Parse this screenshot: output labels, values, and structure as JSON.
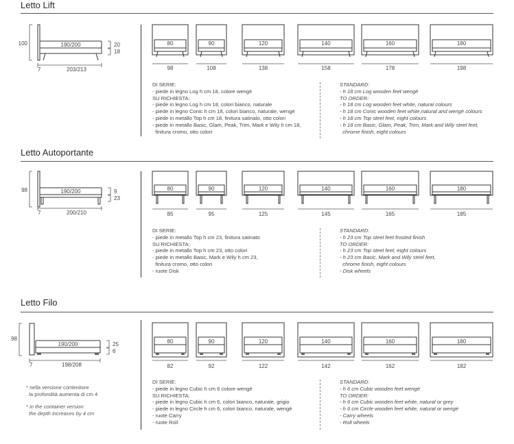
{
  "sections": [
    {
      "title": "Letto Lift",
      "side": {
        "height": "100",
        "base": "190/200",
        "dims": [
          "20",
          "18"
        ],
        "depth_offset": "7",
        "depth": "203/213"
      },
      "sizes": [
        {
          "width": "80",
          "overall": "98"
        },
        {
          "width": "90",
          "overall": "108"
        },
        {
          "width": "120",
          "overall": "138"
        },
        {
          "width": "140",
          "overall": "158"
        },
        {
          "width": "160",
          "overall": "178"
        },
        {
          "width": "180",
          "overall": "198"
        }
      ],
      "text_it": [
        "DI SERIE:",
        "- piede in legno Log h cm 18, colore wengè",
        "SU RICHIESTA:",
        "- piede in legno Log h cm 18, colori bianco, naturale",
        "- piede in legno Conic h cm 18, colori bianco, naturale, wengè",
        "- piede in metallo Top h cm 18, finitura satinato, otto colori",
        "- piede in metallo Basic, Glam, Peak, Trim, Mark e Wily h cm 18,",
        "  finitura cromo, otto colori"
      ],
      "text_en": [
        "STANDARD:",
        "- h 18 cm Log wooden feet wengè",
        "TO ORDER:",
        "- h 18 cm Log wooden feet white, natural colours",
        "- h 18 cm Conic wooden feet white,natural and wengè colours",
        "- h 18 cm Top steel feet, eight colours",
        "- h 18 cm Basic, Glam, Peak, Trim, Mark and Wily steel feet,",
        "  chrome finish, eight colours"
      ]
    },
    {
      "title": "Letto Autoportante",
      "side": {
        "height": "98",
        "base": "190/200",
        "dims": [
          "9",
          "23"
        ],
        "depth_offset": "7",
        "depth": "200/210"
      },
      "sizes": [
        {
          "width": "80",
          "overall": "85"
        },
        {
          "width": "90",
          "overall": "95"
        },
        {
          "width": "120",
          "overall": "125"
        },
        {
          "width": "140",
          "overall": "145"
        },
        {
          "width": "160",
          "overall": "165"
        },
        {
          "width": "180",
          "overall": "185"
        }
      ],
      "text_it": [
        "DI SERIE:",
        "- piede in metallo Top h cm 23, finitura satinato",
        "SU RICHIESTA:",
        "- piede in metallo Top h cm 23, otto colori",
        "- piede in metallo Basic, Mark e Wily h cm 23,",
        "  finitura cromo, otto colori",
        "- ruote Disk"
      ],
      "text_en": [
        "STANDARD:",
        "- h 23 cm Top steel feet frosted finish",
        "TO ORDER:",
        "- h 23 cm Top steel feet, eight colours",
        "- h 23 cm Basic, Mark and Wily steel feet,",
        "  chrome finish, eight colours",
        "- Disk wheels"
      ]
    },
    {
      "title": "Letto Filo",
      "side": {
        "height": "98",
        "base": "190/200",
        "dims": [
          "25",
          "6"
        ],
        "depth_offset": "7",
        "depth": "198/208"
      },
      "sizes": [
        {
          "width": "80",
          "overall": "82"
        },
        {
          "width": "90",
          "overall": "92"
        },
        {
          "width": "120",
          "overall": "122"
        },
        {
          "width": "140",
          "overall": "142"
        },
        {
          "width": "160",
          "overall": "162"
        },
        {
          "width": "180",
          "overall": "182"
        }
      ],
      "text_it": [
        "DI SERIE:",
        "- piede in legno Cubic h cm 6 colore wengè",
        "SU RICHIESTA:",
        "- piede in legno Cubic h cm 6, colori bianco, naturale, grigio",
        "- piede in legno Circle h cm 6, colori bianco, naturale, wengè",
        "- ruote Carry",
        "- ruote Roll"
      ],
      "text_en": [
        "STANDARD:",
        "- h 6 cm Cubic wooden feet wengè",
        "TO ORDER:",
        "- h 6 cm Cubic wooden feet white, natural or grey",
        "- h 6 cm Circle wooden feet white, natural or wengè",
        "- Carry wheels",
        "- Roll wheels"
      ],
      "notes_it": [
        "* nella versione contenitore",
        "  la profondità aumenta di cm 4"
      ],
      "notes_en": [
        "* in the container version",
        "  the depth increases by 4 cm"
      ]
    }
  ]
}
